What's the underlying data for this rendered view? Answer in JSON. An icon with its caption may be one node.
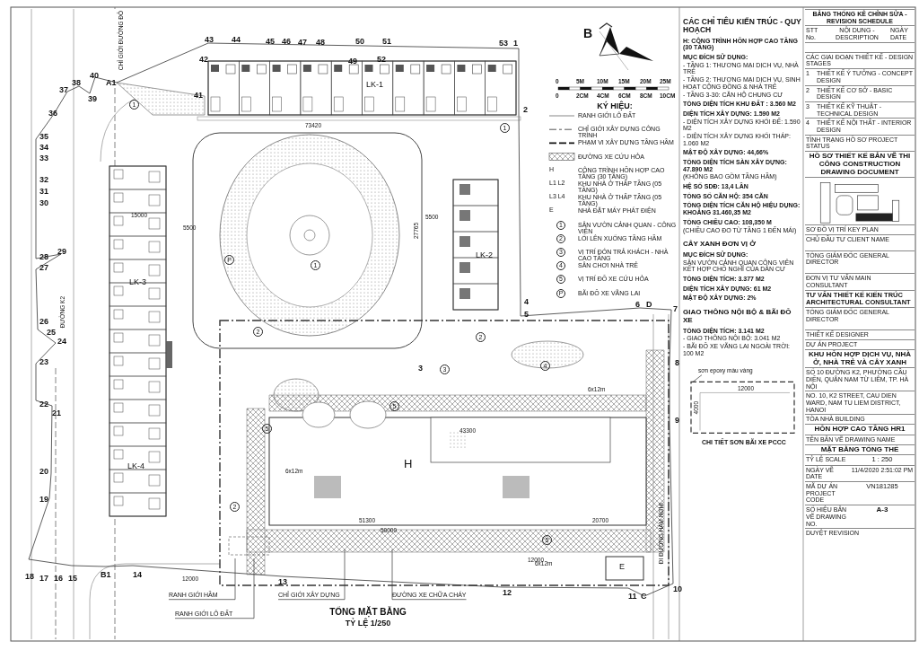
{
  "diagram": {
    "title": "TỔNG MẶT BẰNG",
    "caption": "TỶ LỆ 1/250",
    "nodes": [
      {
        "text": [
          "RANH GIỚI HẦM"
        ]
      },
      {
        "text": [
          "RANH GIỚI LÔ ĐẤT"
        ]
      },
      {
        "text": [
          "CHỈ GIỚI XÂY DỰNG"
        ]
      },
      {
        "text": [
          "ĐƯỜNG XE CHỮA CHÁY"
        ]
      },
      {
        "text": [
          "sơn epoxy màu vàng"
        ]
      }
    ],
    "edges": [
      {
        "from": 0,
        "to": null,
        "arrow": "none"
      },
      {
        "from": 1,
        "to": null,
        "arrow": "none"
      },
      {
        "from": 2,
        "to": null,
        "arrow": "none"
      },
      {
        "from": 3,
        "to": null,
        "arrow": "none"
      },
      {
        "from": 4,
        "to": null,
        "arrow": "none"
      }
    ],
    "labels": [
      "43",
      "44",
      "45",
      "46",
      "47",
      "48",
      "50",
      "51",
      "53",
      "1",
      "42",
      "49",
      "52",
      "41",
      "2",
      "37",
      "38",
      "39",
      "40",
      "A1",
      "36",
      "35",
      "34",
      "33",
      "32",
      "31",
      "30",
      "29",
      "28",
      "27",
      "26",
      "25",
      "24",
      "23",
      "22",
      "21",
      "20",
      "19",
      "18",
      "17",
      "16",
      "15",
      "B1",
      "14",
      "13",
      "12",
      "11",
      "C",
      "10",
      "9",
      "8",
      "7",
      "6",
      "D",
      "5",
      "4",
      "3",
      "LK-1",
      "LK-2",
      "LK-3",
      "LK-4",
      "H",
      "E",
      "P",
      "1",
      "1",
      "1",
      "2",
      "2",
      "2",
      "3",
      "4",
      "5",
      "5",
      "5",
      "73420",
      "15000",
      "5500",
      "27765",
      "5500",
      "43300",
      "51300",
      "50000",
      "20700",
      "12000",
      "12000",
      "6x12m",
      "6x12m",
      "6x12m",
      "CHỈ GIỚI ĐƯỜNG ĐỎ",
      "ĐƯỜNG K2",
      "ĐI ĐƯỜNG HÀM NGHI",
      "0",
      "5M",
      "10M",
      "15M",
      "20M",
      "25M",
      "0",
      "2CM",
      "4CM",
      "6CM",
      "8CM",
      "10CM",
      "KÝ HIỆU:",
      "H",
      "L1 L2",
      "L3 L4",
      "E",
      "1",
      "2",
      "3",
      "4",
      "5",
      "P",
      "CÁC CHỈ TIÊU KIẾN TRÚC - QUY HOẠCH",
      "H: CÔNG TRÌNH HỖN HỢP CAO TẦNG (30 TẦNG)",
      "MỤC ĐÍCH SỬ DỤNG:",
      "- TẦNG 1: THƯƠNG MẠI DỊCH VỤ, NHÀ TRẺ",
      "- TẦNG 2: THƯƠNG MẠI DỊCH VỤ, SINH HOẠT CỘNG ĐỒNG & NHÀ TRẺ",
      "- TẦNG 3-30: CĂN HỘ CHUNG CƯ",
      "TỔNG DIỆN TÍCH KHU ĐẤT : 3.560 M2",
      "DIỆN TÍCH XÂY DỰNG: 1.590 M2",
      "- DIỆN TÍCH XÂY DỰNG KHỐI ĐẾ: 1.590 M2",
      "- DIỆN TÍCH XÂY DỰNG KHỐI THÁP: 1.060 M2",
      "MẬT ĐỘ XÂY DỰNG: 44,66%",
      "TỔNG DIỆN TÍCH SÀN XÂY DỰNG: 47.890 M2",
      "(KHÔNG BAO GỒM TẦNG HẦM)",
      "HỆ SỐ SDĐ: 13,4 LẦN",
      "TỔNG SỐ CĂN HỘ: 354 CĂN",
      "TỔNG DIỆN TÍCH CĂN HỘ HIỆU DỤNG: KHOẢNG 31.460,35 M2",
      "TỔNG CHIỀU CAO: 108,350 M",
      "(CHIỀU CAO ĐO TỪ TẦNG 1 ĐẾN MÁI)",
      "CÂY XANH ĐƠN VỊ Ở",
      "MỤC ĐÍCH SỬ DỤNG:",
      "SÂN VƯỜN CẢNH QUAN CÔNG VIÊN KẾT HỢP CHỖ NGHỈ CỦA DÂN CƯ",
      "TỔNG DIỆN TÍCH: 3.377 M2",
      "DIỆN TÍCH XÂY DỰNG: 61 M2",
      "MẬT ĐỘ XÂY DỰNG: 2%",
      "GIAO THÔNG NỘI BỘ & BÃI ĐỖ XE",
      "TỔNG DIỆN TÍCH: 3.141 M2",
      "- GIAO THÔNG NỘI BỘ: 3.041 M2",
      "- BÃI ĐỖ XE VÃNG LAI NGOÀI TRỜI: 100 M2",
      "12000",
      "4000",
      "CHI TIẾT SƠN BÃI XE PCCC",
      "BẢNG THỐNG KÊ CHỈNH SỬA - REVISION SCHEDULE",
      "STT No.",
      "NỘI DUNG - DESCRIPTION",
      "NGÀY DATE",
      "CÁC GIAI ĐOẠN THIẾT KẾ - DESIGN STAGES",
      "1",
      "THIẾT KẾ Ý TƯỞNG - CONCEPT DESIGN",
      "2",
      "THIẾT KẾ CƠ SỞ - BASIC DESIGN",
      "3",
      "THIẾT KẾ KỸ THUẬT - TECHNICAL DESIGN",
      "4",
      "THIẾT KẾ NỘI THẤT - INTERIOR DESIGN",
      "TÌNH TRẠNG HỒ SƠ PROJECT STATUS",
      "HỒ SƠ THIẾT KẾ BẢN VẼ THI CÔNG CONSTRUCTION DRAWING DOCUMENT",
      "SƠ ĐỒ VỊ TRÍ KEY PLAN",
      "CHỦ ĐẦU TƯ CLIENT NAME",
      "TỔNG GIÁM ĐỐC GENERAL DIRECTOR",
      "ĐƠN VỊ TƯ VẤN MAIN CONSULTANT",
      "TƯ VẤN THIẾT KẾ KIẾN TRÚC ARCHITECTURAL CONSULTANT",
      "TỔNG GIÁM ĐỐC GENERAL DIRECTOR",
      "THIẾT KẾ DESIGNER",
      "DỰ ÁN PROJECT",
      "KHU HỖN HỢP DỊCH VỤ, NHÀ Ở, NHÀ TRẺ VÀ CÂY XANH",
      "SỐ 10 ĐƯỜNG K2, PHƯỜNG CẦU DIỄN, QUẬN NAM TỪ LIÊM, TP. HÀ NỘI",
      "NO. 10, K2 STREET, CAU DIEN WARD, NAM TU LIEM DISTRICT, HANOI",
      "TÒA NHÀ BUILDING",
      "HỖN HỢP CAO TẦNG HR1",
      "TÊN BẢN VẼ DRAWING NAME",
      "MẶT BẰNG TỔNG THỂ",
      "TỶ LỆ SCALE",
      "1 : 250",
      "SỐ HIỆU BẢN VẼ DRAWING NO.",
      "DUYỆT REVISION",
      "NGÀY VẼ DATE",
      "11/4/2020 2:51:02 PM",
      "A-3",
      "MÃ DỰ ÁN PROJECT CODE",
      "VN181285",
      "B"
    ],
    "legend": [
      {
        "text": "RANH GIỚI LÔ ĐẤT"
      },
      {
        "text": "CHỈ GIỚI XÂY DỰNG CÔNG TRÌNH"
      },
      {
        "text": "PHẠM VI XÂY DỰNG TẦNG HẦM"
      },
      {
        "text": "ĐƯỜNG XE CỨU HỎA"
      },
      {
        "text": "CÔNG TRÌNH HỖN HỢP CAO TẦNG (30 TẦNG)"
      },
      {
        "text": "KHU NHÀ Ở THẤP TẦNG (05 TẦNG)"
      },
      {
        "text": "KHU NHÀ Ở THẤP TẦNG (05 TẦNG)"
      },
      {
        "text": "NHÀ ĐẶT MÁY PHÁT ĐIỆN"
      },
      {
        "text": "SÂN VƯỜN CẢNH QUAN - CÔNG VIÊN"
      },
      {
        "text": "LỐI LÊN XUỐNG TẦNG HẦM"
      },
      {
        "text": "VỊ TRÍ ĐÓN TRẢ KHÁCH - NHÀ CAO TẦNG"
      },
      {
        "text": "SÂN CHƠI NHÀ TRẺ"
      },
      {
        "text": "VỊ TRÍ ĐỖ XE CỨU HỎA"
      },
      {
        "text": "BÃI ĐỖ XE VÃNG LAI"
      }
    ]
  }
}
